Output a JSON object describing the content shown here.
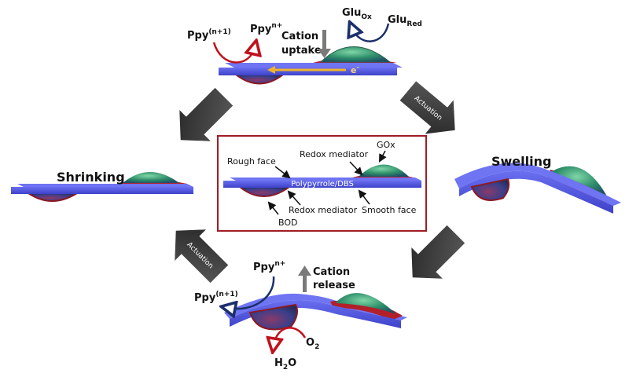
{
  "labels": {
    "shrinking": "Shrinking",
    "swelling": "Swelling",
    "cation_uptake_1": "Cation",
    "cation_uptake_2": "uptake",
    "cation_release_1": "Cation",
    "cation_release_2": "release",
    "actuation_right": "Actuation",
    "actuation_left": "Actuation",
    "electron": "e",
    "electron_sup": "-"
  },
  "top_reactions": {
    "ppy_reduced_base": "Ppy",
    "ppy_reduced_sup": "(n+1)",
    "ppy_oxidized_base": "Ppy",
    "ppy_oxidized_sup": "n+",
    "glu_ox_base": "Glu",
    "glu_ox_sub": "Ox",
    "glu_red_base": "Glu",
    "glu_red_sub": "Red"
  },
  "bottom_reactions": {
    "ppy_oxidized_base": "Ppy",
    "ppy_oxidized_sup": "n+",
    "ppy_reduced_base": "Ppy",
    "ppy_reduced_sup": "(n+1)",
    "o2_base": "O",
    "o2_sub": "2",
    "h2o_base": "H",
    "h2o_sub": "2",
    "h2o_tail": "O"
  },
  "center_panel": {
    "film_label": "Polypyrrole/DBS",
    "rough_face": "Rough face",
    "redox_mediator_top": "Redox mediator",
    "gox": "GOx",
    "redox_mediator_bottom": "Redox mediator",
    "smooth_face": "Smooth face",
    "bod": "BOD"
  },
  "colors": {
    "film_blue": "#4a4fe0",
    "film_blue_dark": "#2f33a8",
    "mediator_red": "#b3202a",
    "enzyme_teal": "#3aa37a",
    "panel_border": "#a01c24",
    "arrow_dark": "#3a3a3a",
    "cation_arrow": "#7a7a7a",
    "reaction_red": "#c0121c",
    "reaction_navy": "#1b2f6b",
    "electron_arrow": "#f0b429"
  }
}
